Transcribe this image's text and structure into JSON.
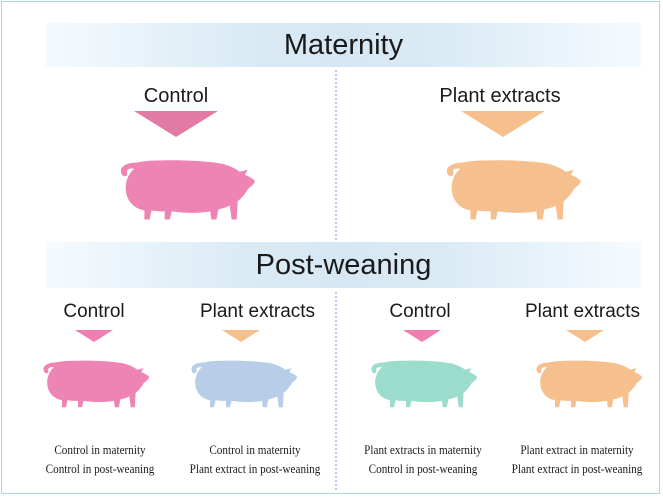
{
  "colors": {
    "pink": "#ed84b4",
    "orange": "#f6bf8e",
    "blue": "#b7cde8",
    "mint": "#9cdccd"
  },
  "maternity": {
    "title": "Maternity",
    "groups": [
      {
        "label": "Control",
        "color": "#ed84b4",
        "icon": "pig-icon"
      },
      {
        "label": "Plant extracts",
        "color": "#f6bf8e",
        "icon": "pig-icon"
      }
    ]
  },
  "post_weaning": {
    "title": "Post-weaning",
    "groups": [
      {
        "label": "Control",
        "color": "#ed84b4",
        "arrow_color": "#ee7fb0",
        "caption_line1": "Control in maternity",
        "caption_line2": "Control in post-weaning"
      },
      {
        "label": "Plant extracts",
        "color": "#b7cde8",
        "arrow_color": "#f6bf8e",
        "caption_line1": "Control in maternity",
        "caption_line2": "Plant extract in post-weaning"
      },
      {
        "label": "Control",
        "color": "#9cdccd",
        "arrow_color": "#ee7fb0",
        "caption_line1": "Plant extracts in maternity",
        "caption_line2": "Control in post-weaning"
      },
      {
        "label": "Plant extracts",
        "color": "#f6bf8e",
        "arrow_color": "#f6bf8e",
        "caption_line1": "Plant extract in maternity",
        "caption_line2": "Plant extract in post-weaning"
      }
    ]
  }
}
